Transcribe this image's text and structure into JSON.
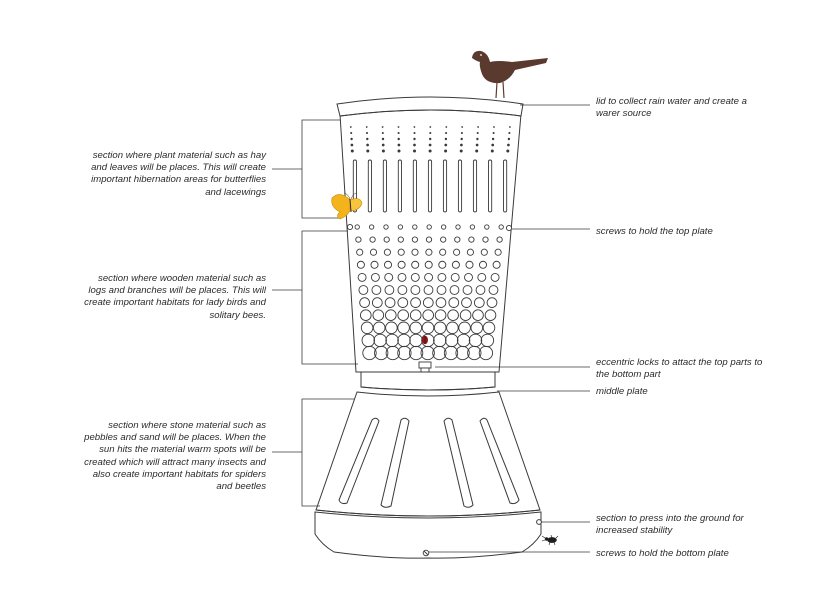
{
  "left_notes": {
    "plant_section": "section where plant material such as hay and leaves will be places. This will create important hibernation areas for butterflies and lacewings",
    "wood_section": "section where wooden material such as logs and branches will be places. This will create important habitats for lady birds and solitary bees.",
    "stone_section": "section where stone material such as pebbles and sand will be places. When the sun hits the material warm spots will be created which will attract many insects and also create important habitats for spiders and beetles"
  },
  "right_notes": {
    "lid": "lid to collect rain water and create a warer source",
    "top_screws": "screws to hold the top plate",
    "eccentric_locks": "eccentric locks to attact the top parts to the bottom part",
    "middle_plate": "middle plate",
    "ground_section": "section to press into the ground for increased stability",
    "bottom_screws": "screws to hold the bottom plate"
  },
  "icons": {
    "bird": "bird-icon",
    "butterfly": "butterfly-icon",
    "beetle": "beetle-icon",
    "ladybird": "ladybird-icon"
  },
  "colors": {
    "line": "#3a3a3a",
    "bird": "#5a3a2e",
    "butterfly": "#f2b31c",
    "ladybird": "#8b1a1a",
    "text": "#2b2b2b"
  }
}
